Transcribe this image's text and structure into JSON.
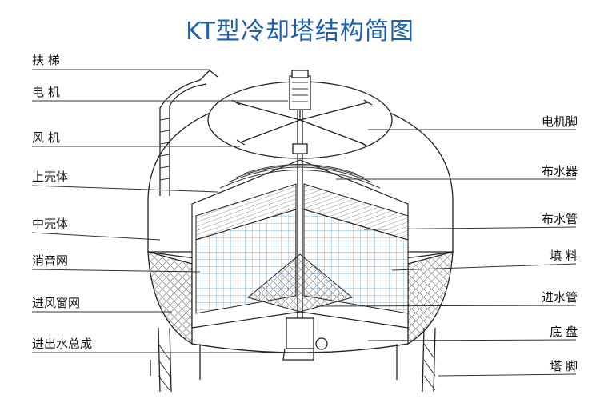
{
  "title": "KT型冷却塔结构简图",
  "labels_left": {
    "ladder": "扶 梯",
    "motor": "电 机",
    "fan": "风 机",
    "upper_shell": "上壳体",
    "middle_shell": "中壳体",
    "silencer_net": "消音网",
    "inlet_window_net": "进风窗网",
    "inlet_outlet_manifold": "进出水总成"
  },
  "labels_right": {
    "motor_mount": "电机脚",
    "water_distributor": "布水器",
    "distribution_pipe": "布水管",
    "fill": "填 料",
    "inlet_pipe": "进水管",
    "base_basin": "底 盘",
    "tower_leg": "塔 脚"
  },
  "colors": {
    "title": "#1c5fb0",
    "line": "#222222",
    "fill_mesh": "#6fa2d6"
  }
}
